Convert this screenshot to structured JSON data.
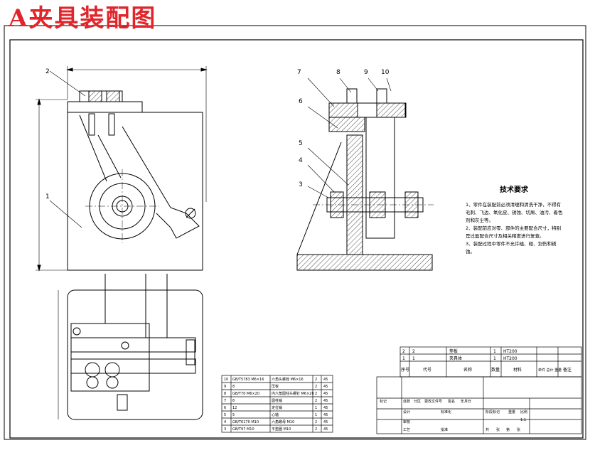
{
  "title": "A夹具装配图",
  "callouts": {
    "front": [
      "2",
      "1"
    ],
    "side": [
      "7",
      "8",
      "9",
      "10",
      "6",
      "5",
      "4",
      "3"
    ]
  },
  "tech_requirements": {
    "heading": "技术要求",
    "items": [
      "1、零件在装配前必须清理和清洗干净，不得有毛刺、飞边、氧化皮、锈蚀、切屑、油污、着色剂和灰尘等。",
      "2、装配前应对零、部件的主要配合尺寸，特别是过盈配合尺寸及相关精度进行复查。",
      "3、装配过程中零件不允许磕、碰、划伤和锈蚀。"
    ]
  },
  "upper_table": {
    "headers": [
      "序号",
      "代号",
      "名称",
      "数量",
      "材料",
      "单件 总计 重量",
      "备注"
    ],
    "rows": [
      [
        "2",
        "2",
        "垫板",
        "1",
        "HT200"
      ],
      [
        "1",
        "1",
        "夹具体",
        "1",
        "HT200"
      ]
    ]
  },
  "lower_table": {
    "rows": [
      [
        "10",
        "GB/T5783 M6×16",
        "六角头螺栓 M6×16",
        "2",
        "45"
      ],
      [
        "9",
        "8",
        "压板",
        "2",
        "45"
      ],
      [
        "8",
        "GB/T70 M6×20",
        "内六角圆柱头螺钉 M6×20",
        "2",
        "45"
      ],
      [
        "7",
        "6",
        "圆柱销",
        "2",
        "45"
      ],
      [
        "6",
        "12",
        "定位销",
        "1",
        "45"
      ],
      [
        "5",
        "5",
        "心轴",
        "1",
        "45"
      ],
      [
        "4",
        "GB/T6170 M10",
        "六角螺母 M10",
        "2",
        "45"
      ],
      [
        "3",
        "GB/T97 M10",
        "平垫圈 M10",
        "2",
        "45"
      ]
    ]
  },
  "title_block": {
    "labels": [
      "标记",
      "处数",
      "分区",
      "更改文件号",
      "签名",
      "年月日",
      "设计",
      "标准化",
      "审核",
      "工艺",
      "批准",
      "阶段标记",
      "重量",
      "比例",
      "共",
      "张",
      "第",
      "张"
    ],
    "scale": "1:1"
  }
}
